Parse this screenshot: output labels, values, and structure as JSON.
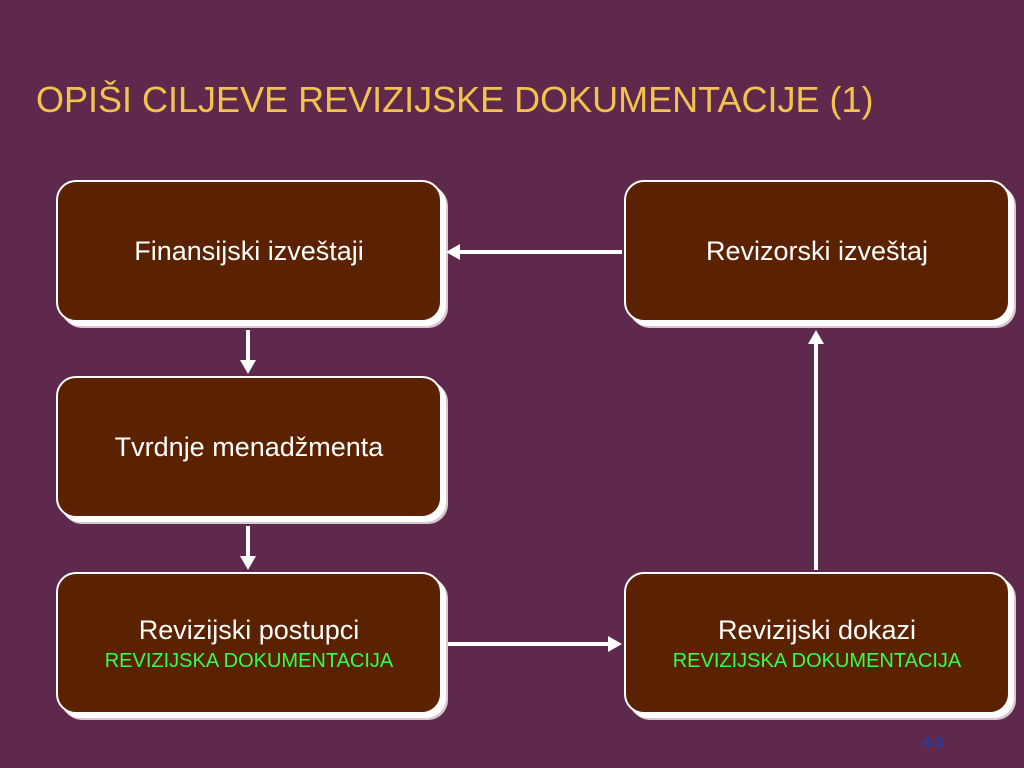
{
  "slide": {
    "title": "OPIŠI CILJEVE REVIZIJSKE DOKUMENTACIJE (1)",
    "page_number": "4-3"
  },
  "diagram": {
    "nodes": {
      "financial_statements": {
        "label": "Finansijski izveštaji"
      },
      "audit_report": {
        "label": "Revizorski izveštaj"
      },
      "management_assertions": {
        "label": "Tvrdnje menadžmenta"
      },
      "audit_procedures": {
        "label": "Revizijski postupci",
        "note": "REVIZIJSKA DOKUMENTACIJA"
      },
      "audit_evidence": {
        "label": "Revizijski dokazi",
        "note": "REVIZIJSKA DOKUMENTACIJA"
      }
    },
    "edges": [
      {
        "from": "audit_report",
        "to": "financial_statements"
      },
      {
        "from": "financial_statements",
        "to": "management_assertions"
      },
      {
        "from": "management_assertions",
        "to": "audit_procedures"
      },
      {
        "from": "audit_procedures",
        "to": "audit_evidence"
      },
      {
        "from": "audit_evidence",
        "to": "audit_report"
      }
    ]
  },
  "colors": {
    "background": "#5e294d",
    "title": "#f2c44d",
    "box_fill": "#5a2200",
    "box_border": "#ffffff",
    "box_text": "#ffffff",
    "note_text": "#33ff4a",
    "arrow": "#ffffff",
    "page_number": "#1f3fa8"
  }
}
